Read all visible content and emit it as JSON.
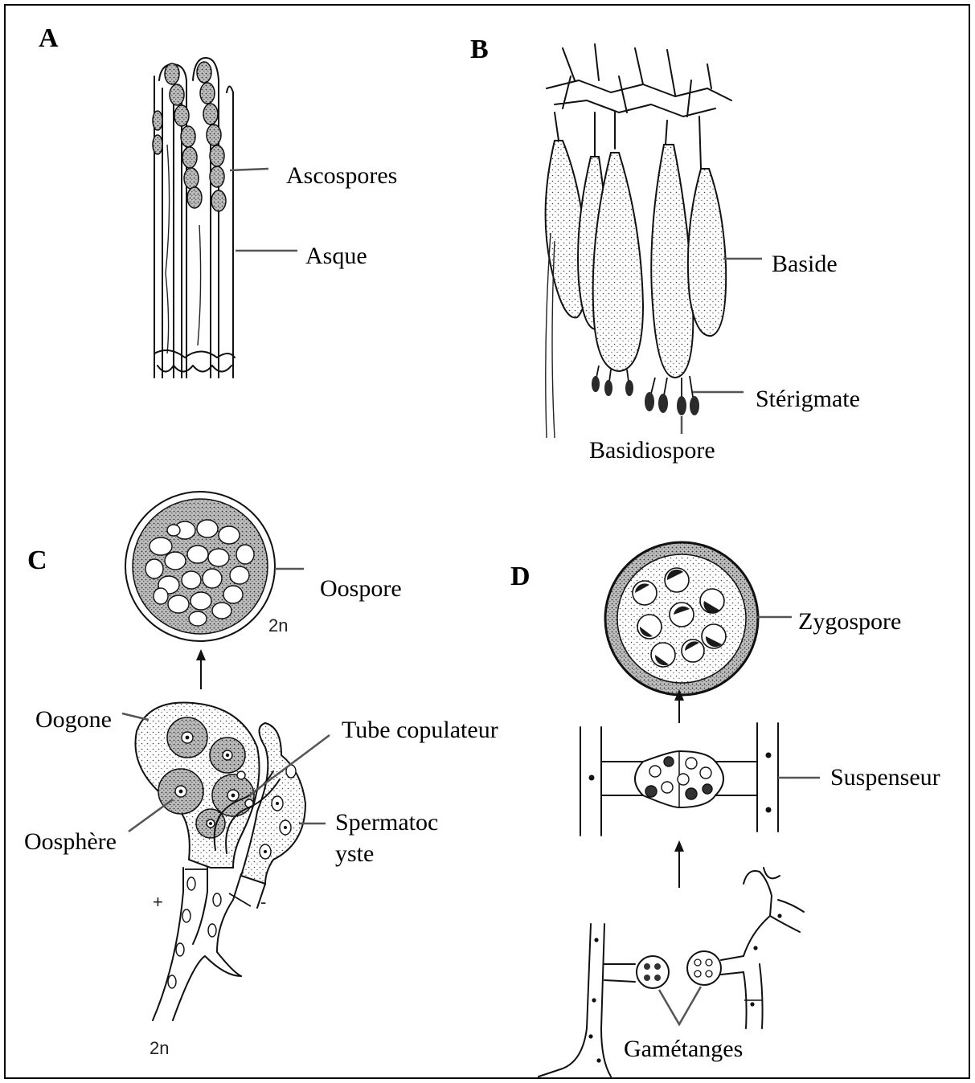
{
  "panels": {
    "A": {
      "letter": "A",
      "labels": {
        "ascospores": "Ascospores",
        "asque": "Asque"
      }
    },
    "B": {
      "letter": "B",
      "labels": {
        "baside": "Baside",
        "sterigmate": "Stérigmate",
        "basidiospore": "Basidiospore"
      }
    },
    "C": {
      "letter": "C",
      "labels": {
        "oospore": "Oospore",
        "ploidy_top": "2n",
        "oogone": "Oogone",
        "tube": "Tube copulateur",
        "oosphere": "Oosphère",
        "sperm_line1": "Spermatoc",
        "sperm_line2": "yste",
        "plus": "+",
        "minus": "-",
        "ploidy_bottom": "2n"
      }
    },
    "D": {
      "letter": "D",
      "labels": {
        "zygospore": "Zygospore",
        "suspenseur": "Suspenseur",
        "gametanges": "Gamétanges"
      }
    }
  },
  "colors": {
    "ink": "#111111",
    "frame": "#000000",
    "stipple": "#d9d9d9",
    "dark": "#2a2a2a"
  }
}
